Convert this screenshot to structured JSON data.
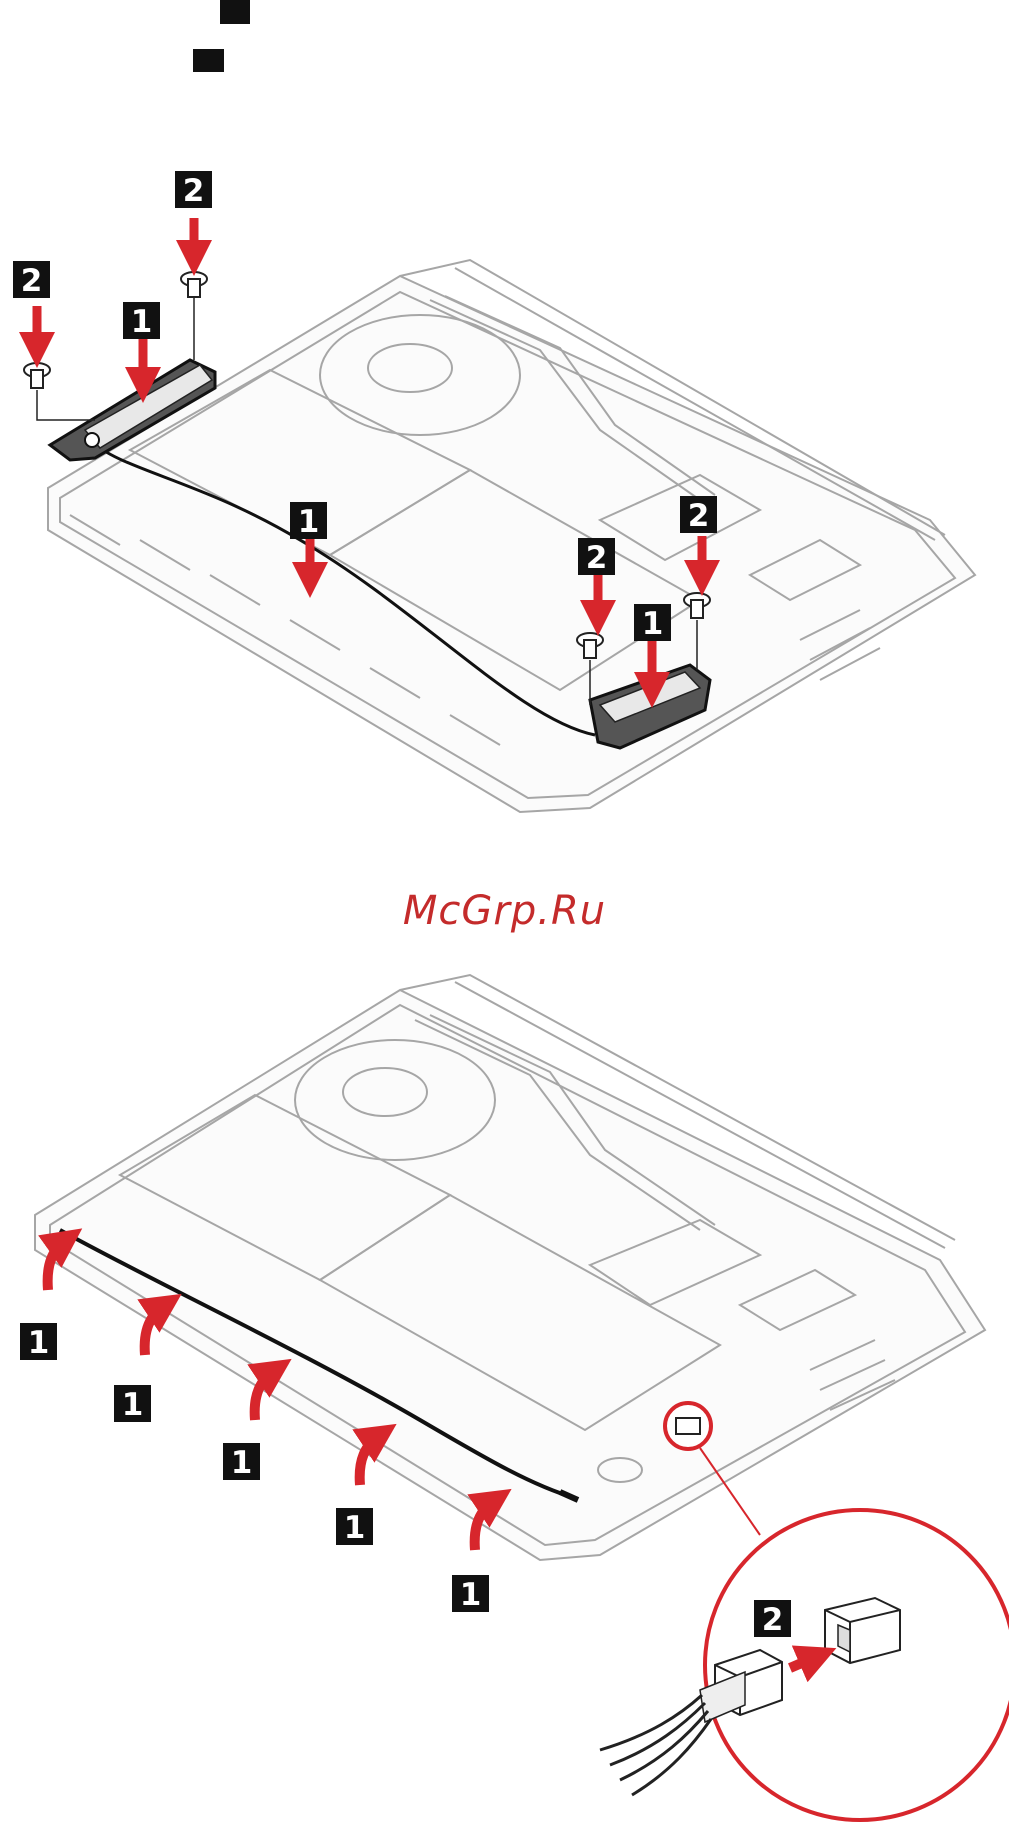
{
  "watermark": "McGrp.Ru",
  "step_badges": {
    "one": "1",
    "two": "2"
  },
  "colors": {
    "arrow": "#d7262c",
    "badge": "#111111",
    "outline": "#a6a6a6",
    "callout_ring": "#d7262c",
    "watermark": "#c42b2b"
  }
}
